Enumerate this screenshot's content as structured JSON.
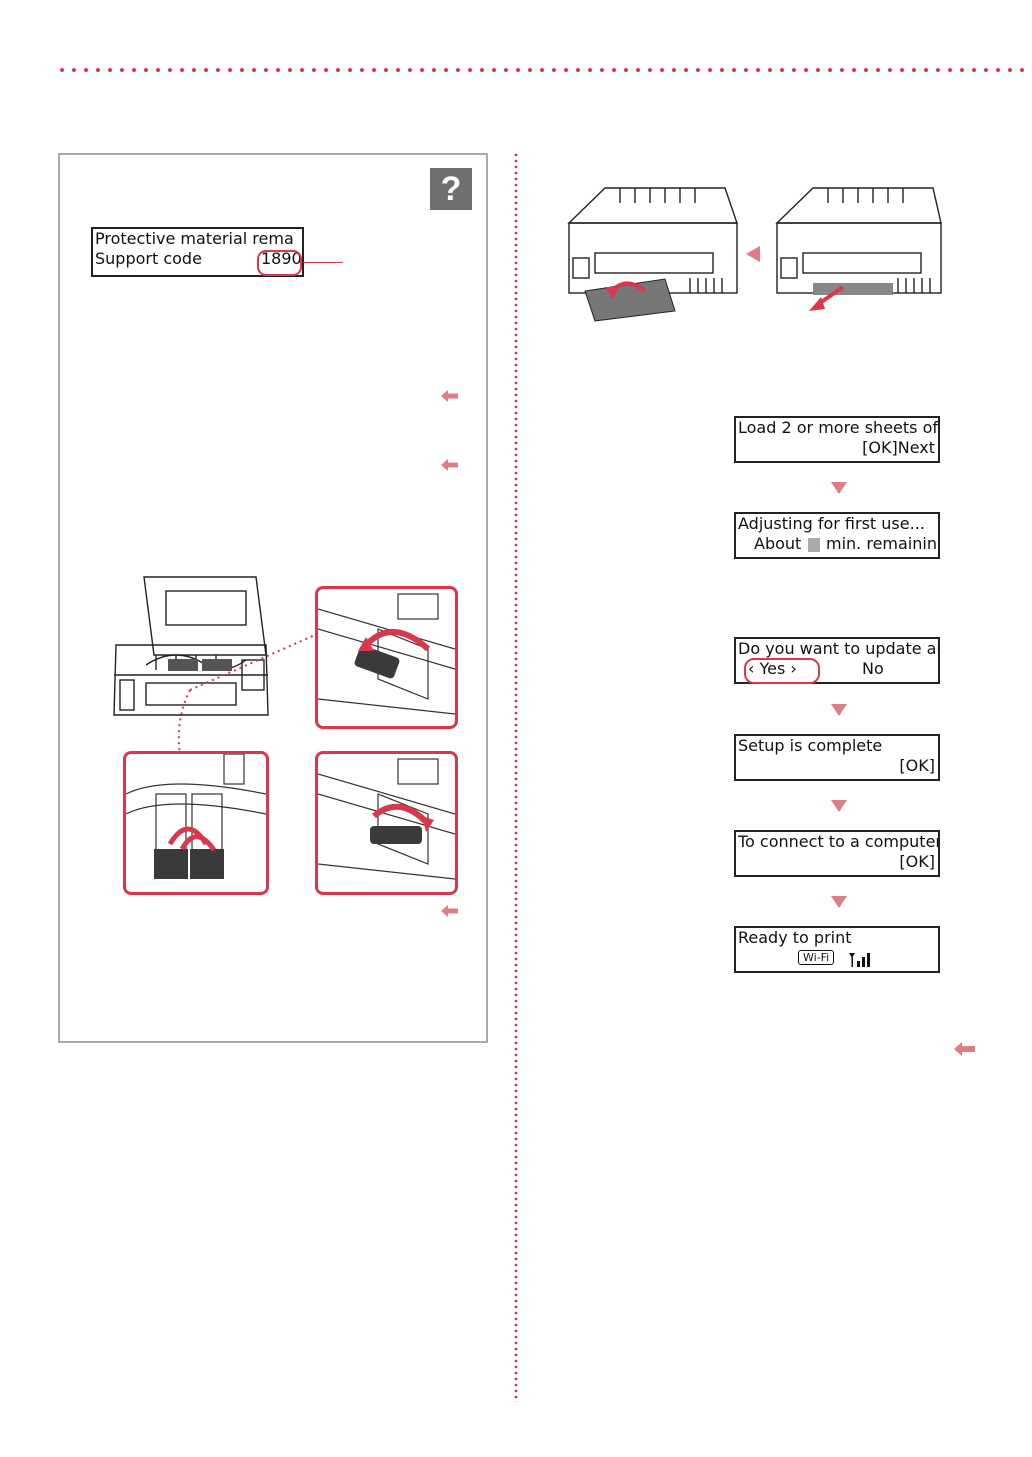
{
  "help_box": {
    "badge": "?",
    "lcd_line1": "Protective material rema",
    "lcd_line2_label": "Support code",
    "lcd_line2_code": "1890"
  },
  "screens": [
    {
      "line1": "Load 2 or more sheets of",
      "line2_right": "[OK]Next"
    },
    {
      "line1": "Adjusting for first use...",
      "line2_a": "About",
      "line2_b": "min. remaining"
    },
    {
      "line1": "Do you want to update au",
      "yes": "Yes",
      "no": "No"
    },
    {
      "line1": "Setup is complete",
      "line2_right": "[OK]"
    },
    {
      "line1": "To connect to a computer",
      "line2_right": "[OK]"
    },
    {
      "line1": "Ready to print",
      "wifi": "Wi-Fi"
    }
  ],
  "colors": {
    "accent": "#d9384a",
    "arrow": "#e07c84",
    "border": "#a9a9a9"
  }
}
